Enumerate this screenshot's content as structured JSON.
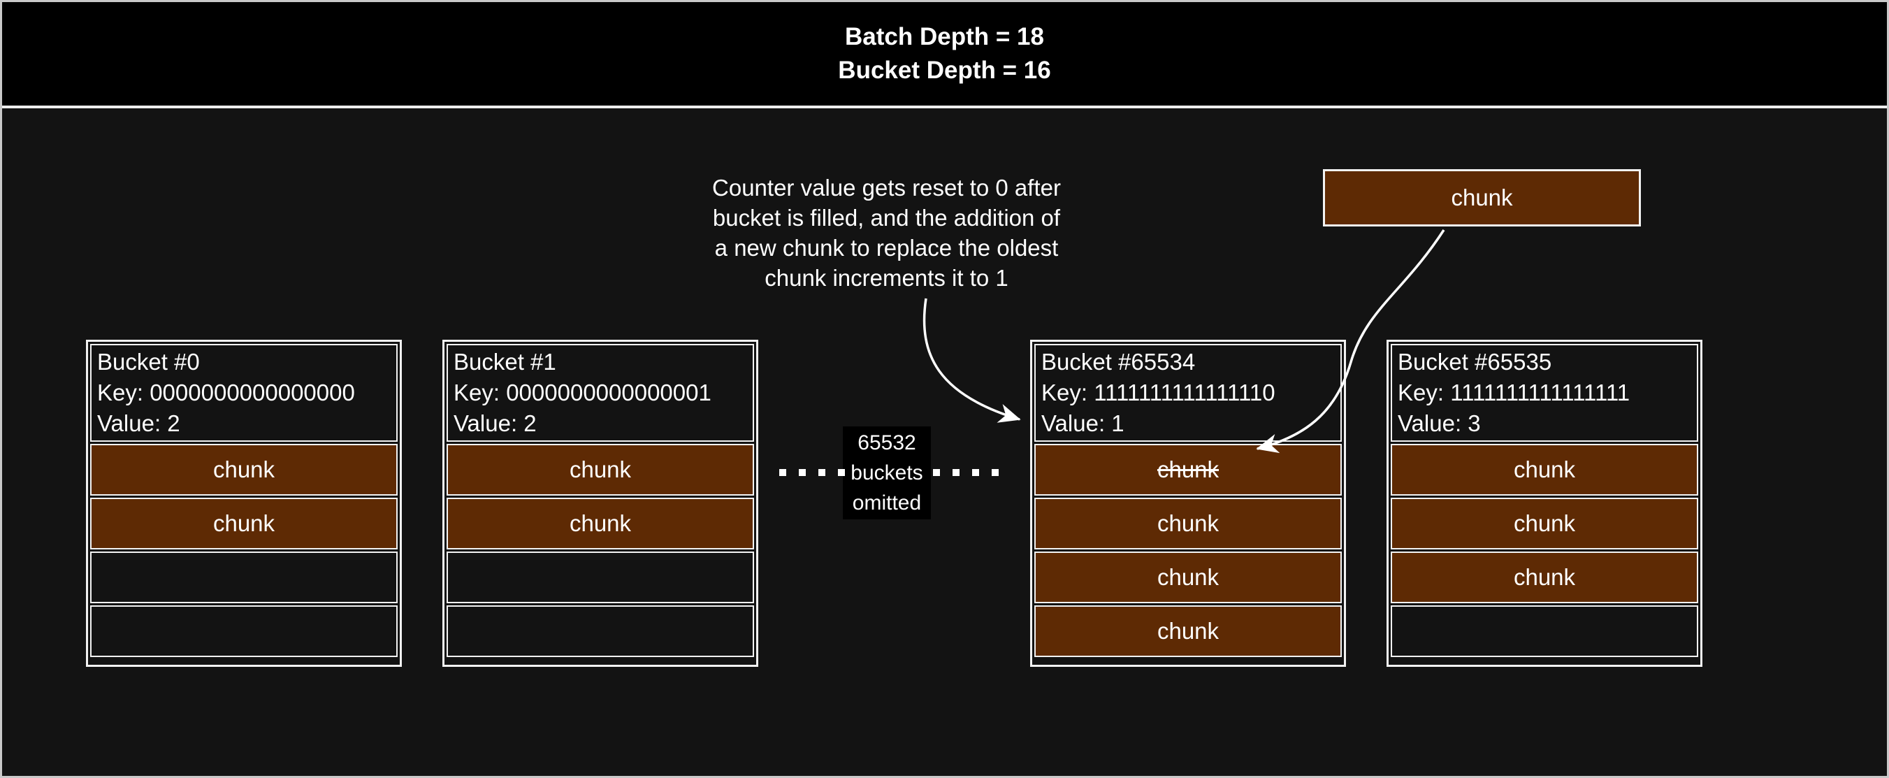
{
  "title": {
    "line1": "Batch Depth = 18",
    "line2": "Bucket Depth = 16"
  },
  "annotation": {
    "lines": [
      "Counter value gets reset to 0 after",
      "bucket is filled, and the addition of",
      "a new chunk to replace the oldest",
      "chunk increments it to 1"
    ]
  },
  "floating_chunk": {
    "label": "chunk"
  },
  "omitted": {
    "lines": [
      "65532",
      "buckets",
      "omitted"
    ]
  },
  "buckets": [
    {
      "title": "Bucket #0",
      "key": "Key: 0000000000000000",
      "value": "Value: 2",
      "rows": [
        {
          "filled": true,
          "label": "chunk",
          "struck": false
        },
        {
          "filled": true,
          "label": "chunk",
          "struck": false
        },
        {
          "filled": false
        },
        {
          "filled": false
        }
      ]
    },
    {
      "title": "Bucket #1",
      "key": "Key: 0000000000000001",
      "value": "Value: 2",
      "rows": [
        {
          "filled": true,
          "label": "chunk",
          "struck": false
        },
        {
          "filled": true,
          "label": "chunk",
          "struck": false
        },
        {
          "filled": false
        },
        {
          "filled": false
        }
      ]
    },
    {
      "title": "Bucket #65534",
      "key": "Key: 1111111111111110",
      "value": "Value: 1",
      "rows": [
        {
          "filled": true,
          "label": "chunk",
          "struck": true
        },
        {
          "filled": true,
          "label": "chunk",
          "struck": false
        },
        {
          "filled": true,
          "label": "chunk",
          "struck": false
        },
        {
          "filled": true,
          "label": "chunk",
          "struck": false
        }
      ]
    },
    {
      "title": "Bucket #65535",
      "key": "Key: 1111111111111111",
      "value": "Value: 3",
      "rows": [
        {
          "filled": true,
          "label": "chunk",
          "struck": false
        },
        {
          "filled": true,
          "label": "chunk",
          "struck": false
        },
        {
          "filled": true,
          "label": "chunk",
          "struck": false
        },
        {
          "filled": false
        }
      ]
    }
  ],
  "colors": {
    "chunk_fill": "#5e2a04",
    "background": "#131313",
    "titlebar_bg": "#000000",
    "box_border": "#f2f2f2",
    "text": "#ffffff"
  }
}
